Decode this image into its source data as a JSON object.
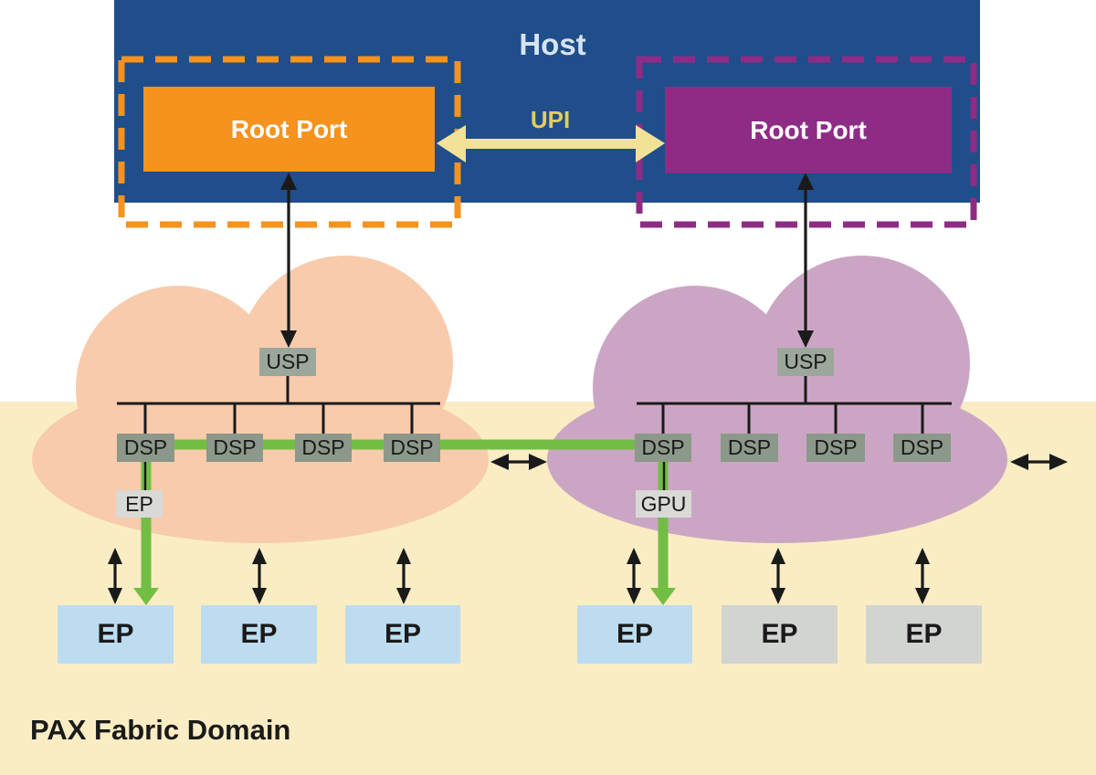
{
  "diagram": {
    "host": {
      "label": "Host",
      "upi": {
        "label": "UPI"
      },
      "root_ports": [
        {
          "label": "Root Port",
          "variant": "orange"
        },
        {
          "label": "Root Port",
          "variant": "purple"
        }
      ]
    },
    "fabric": {
      "label": "PAX Fabric Domain",
      "clouds": [
        {
          "name": "left-switch-cloud",
          "usp_label": "USP",
          "dsp_labels": [
            "DSP",
            "DSP",
            "DSP",
            "DSP"
          ],
          "device": {
            "label": "EP"
          }
        },
        {
          "name": "right-switch-cloud",
          "usp_label": "USP",
          "dsp_labels": [
            "DSP",
            "DSP",
            "DSP",
            "DSP"
          ],
          "device": {
            "label": "GPU"
          }
        }
      ],
      "endpoints": [
        {
          "label": "EP",
          "variant": "blue"
        },
        {
          "label": "EP",
          "variant": "blue"
        },
        {
          "label": "EP",
          "variant": "blue"
        },
        {
          "label": "EP",
          "variant": "blue"
        },
        {
          "label": "EP",
          "variant": "gray"
        },
        {
          "label": "EP",
          "variant": "gray"
        }
      ]
    }
  },
  "colors": {
    "host_blue": "#1F4E8A",
    "root_port_orange": "#F6921E",
    "root_port_purple": "#8E2C85",
    "upi_arrow_yellow": "#F1E297",
    "upi_text_yellow": "#E3CD5C",
    "host_text": "#D6E4F2",
    "fabric_background": "#FAEDC4",
    "cloud_left": "#F8CBAD",
    "cloud_right": "#CBA6C4",
    "usp_box": "#9CA79B",
    "dsp_box": "#8C9889",
    "device_box": "#D9D9D6",
    "ep_blue": "#BDDCF0",
    "ep_gray": "#D2D4D1",
    "path_green": "#72BE44",
    "line_black": "#1A1A1A"
  }
}
